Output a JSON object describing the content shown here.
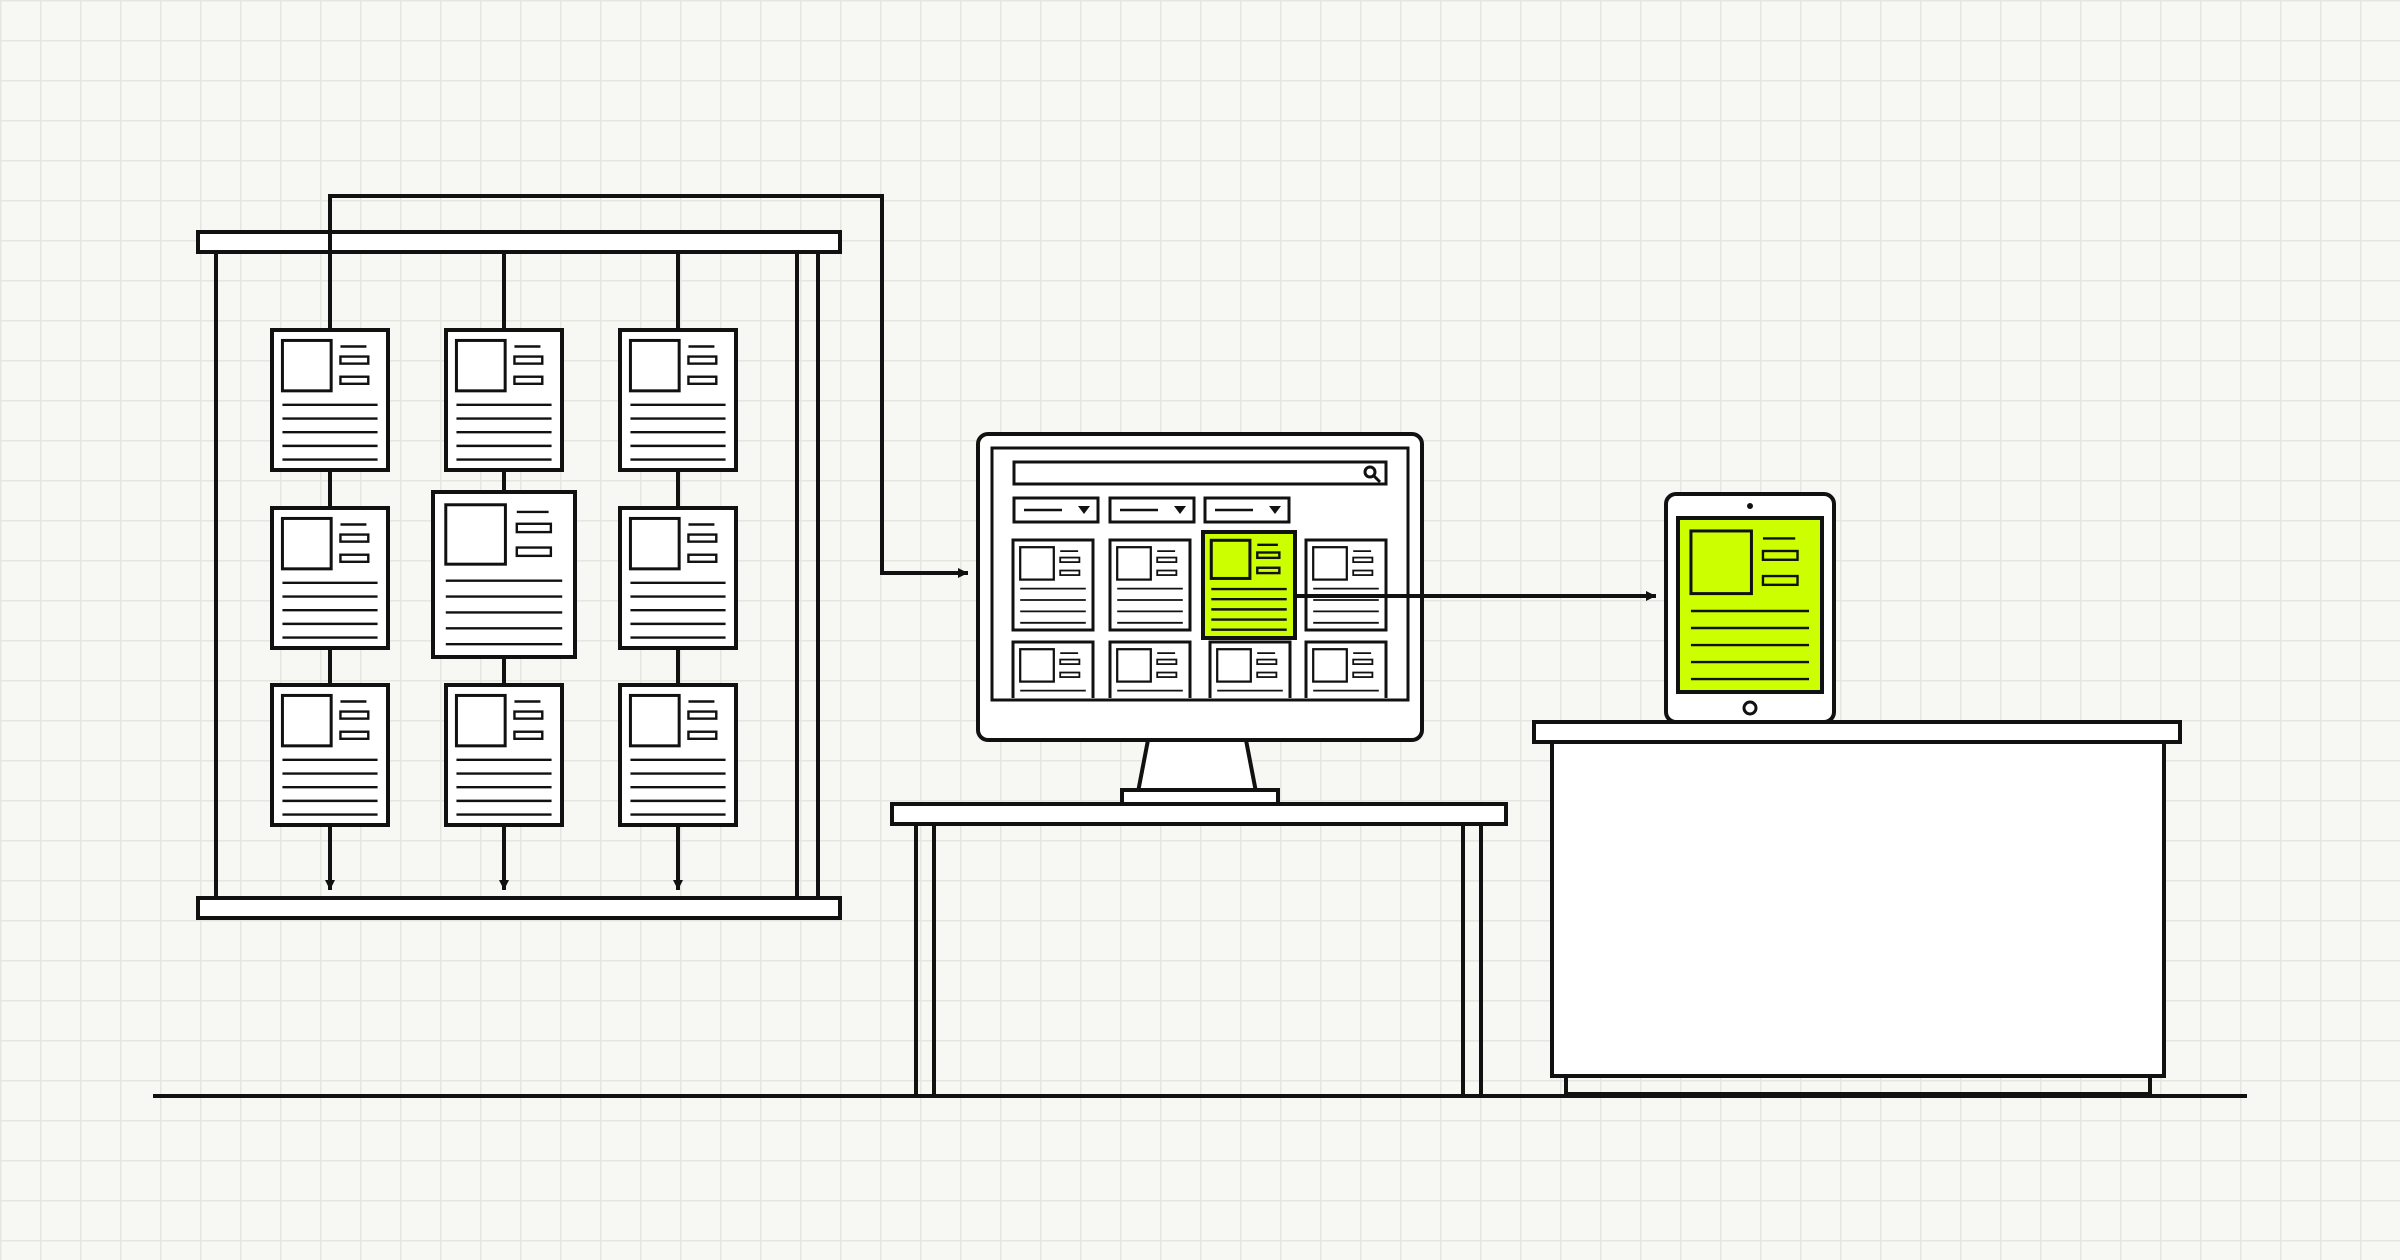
{
  "colors": {
    "ink": "#111111",
    "paper": "#f7f7f3",
    "grid": "#e6e6e0",
    "card": "#ffffff",
    "highlight": "#ccff00"
  },
  "diagram": {
    "archive_rack": {
      "columns": 3,
      "rows": 3,
      "icon": "document-card-icon"
    },
    "desktop_monitor": {
      "search_icon": "search-icon",
      "filter_dropdowns": 3,
      "result_cards": 8,
      "selected_card_index": 2
    },
    "tablet": {
      "icon": "document-card-icon",
      "highlighted": true
    }
  }
}
